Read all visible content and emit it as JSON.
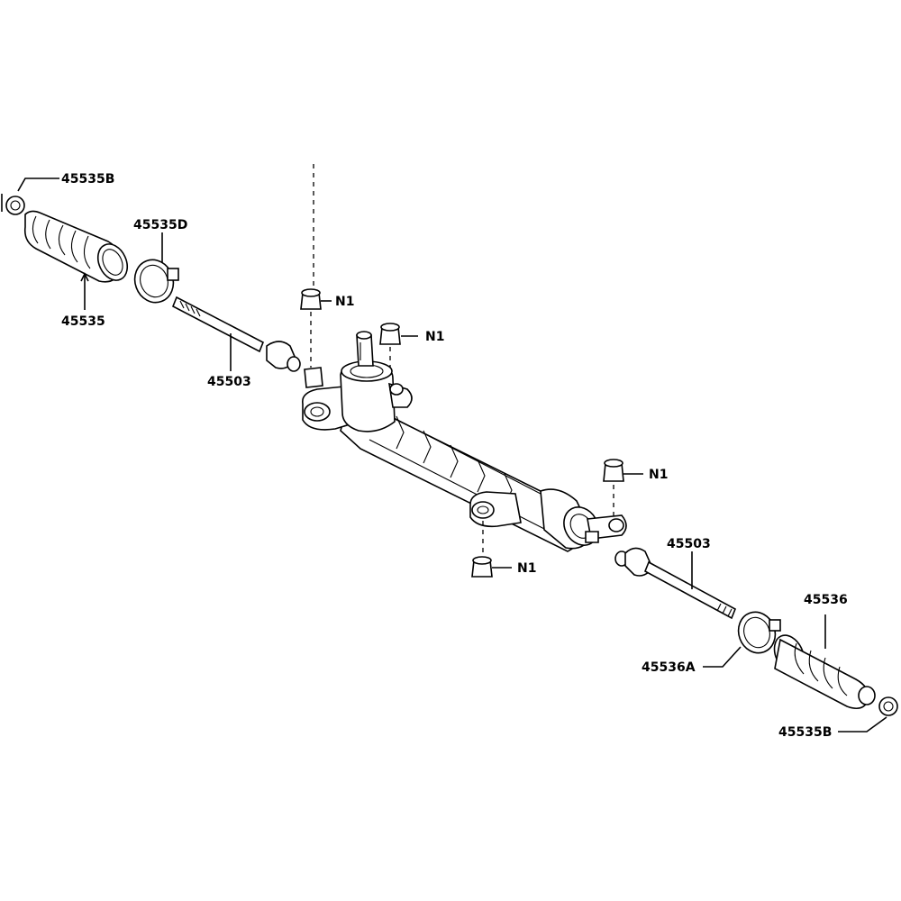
{
  "labels": {
    "clamp_left": "45535B",
    "clamp_right": "45535B",
    "boot_left": "45535",
    "boot_right": "45536",
    "band_left": "45535D",
    "band_right": "45536A",
    "tie_rod_left": "45503",
    "tie_rod_right": "45503",
    "bushing_1": "N1",
    "bushing_2": "N1",
    "bushing_3": "N1",
    "bushing_4": "N1"
  }
}
